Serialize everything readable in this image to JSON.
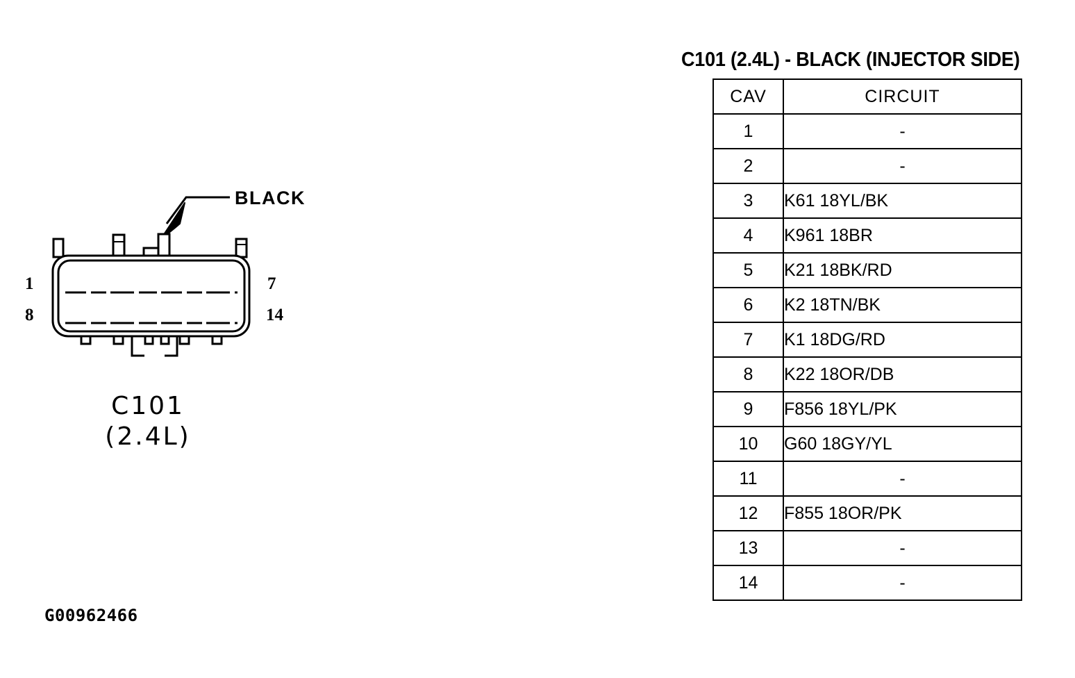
{
  "figure": {
    "callout_label": "BLACK",
    "pin_labels": {
      "top_left": "1",
      "bottom_left": "8",
      "top_right": "7",
      "bottom_right": "14"
    },
    "caption_line1": "C101",
    "caption_line2": "(2.4L)",
    "reference_code": "G00962466"
  },
  "table": {
    "title": "C101 (2.4L) - BLACK (INJECTOR SIDE)",
    "headers": {
      "cav": "CAV",
      "circuit": "CIRCUIT"
    },
    "rows": [
      {
        "cav": "1",
        "circuit": "-"
      },
      {
        "cav": "2",
        "circuit": "-"
      },
      {
        "cav": "3",
        "circuit": "K61 18YL/BK"
      },
      {
        "cav": "4",
        "circuit": "K961 18BR"
      },
      {
        "cav": "5",
        "circuit": "K21 18BK/RD"
      },
      {
        "cav": "6",
        "circuit": "K2 18TN/BK"
      },
      {
        "cav": "7",
        "circuit": "K1 18DG/RD"
      },
      {
        "cav": "8",
        "circuit": "K22 18OR/DB"
      },
      {
        "cav": "9",
        "circuit": "F856 18YL/PK"
      },
      {
        "cav": "10",
        "circuit": "G60 18GY/YL"
      },
      {
        "cav": "11",
        "circuit": "-"
      },
      {
        "cav": "12",
        "circuit": "F855 18OR/PK"
      },
      {
        "cav": "13",
        "circuit": "-"
      },
      {
        "cav": "14",
        "circuit": "-"
      }
    ]
  },
  "colors": {
    "ink": "#000000",
    "paper": "#ffffff"
  }
}
